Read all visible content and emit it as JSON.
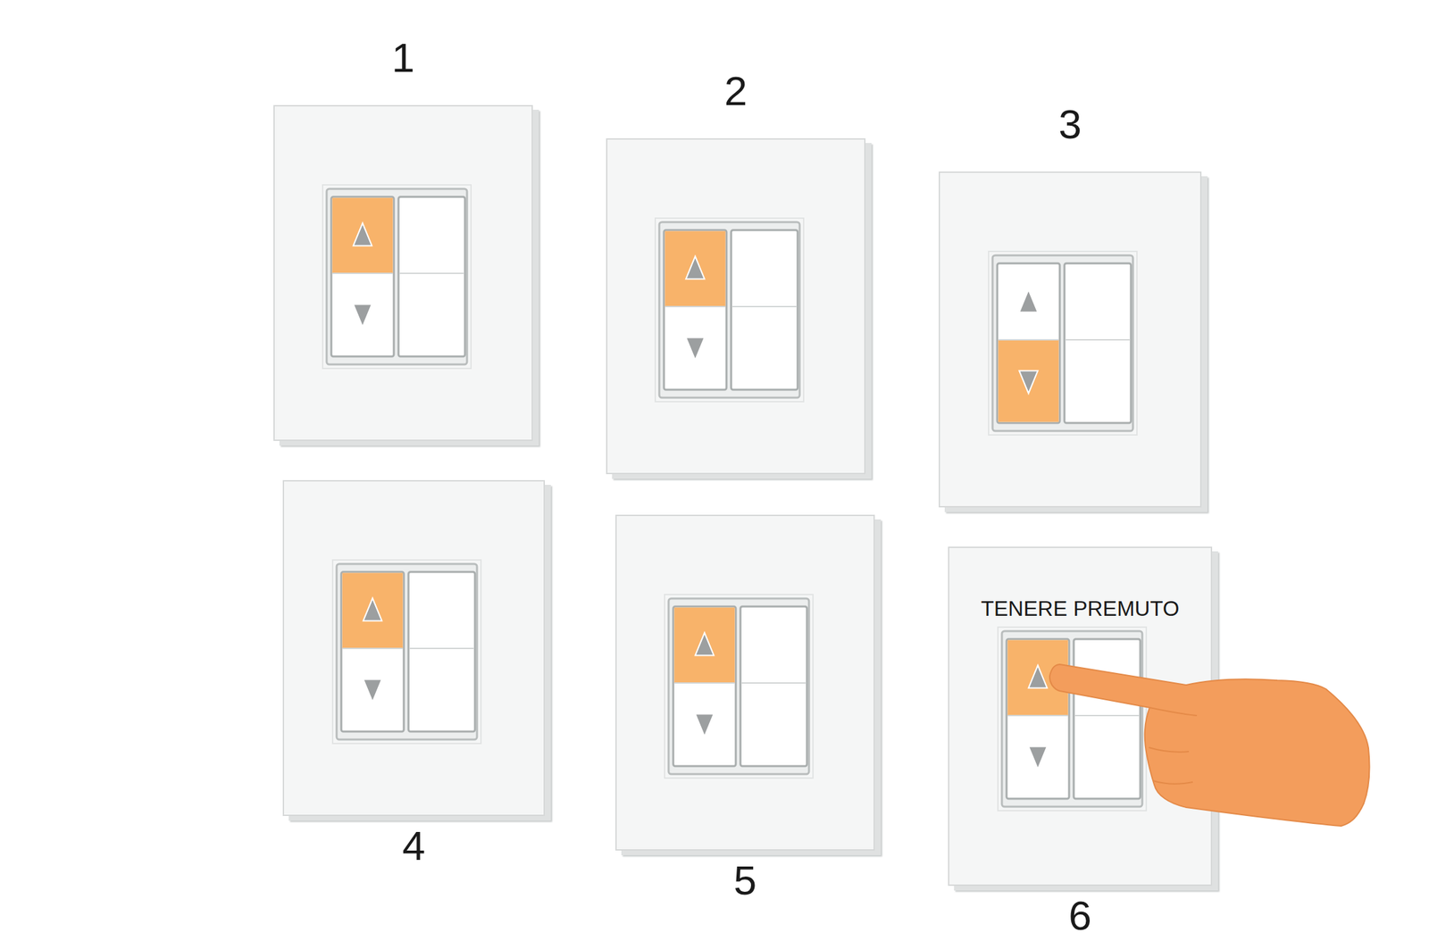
{
  "diagram": {
    "nodes": [
      {
        "text": [
          "1"
        ]
      },
      {
        "text": [
          "2"
        ]
      },
      {
        "text": [
          "3"
        ]
      },
      {
        "text": [
          "4"
        ]
      },
      {
        "text": [
          "5"
        ]
      },
      {
        "text": [
          "TENERE PREMUTO",
          "6"
        ]
      }
    ]
  }
}
